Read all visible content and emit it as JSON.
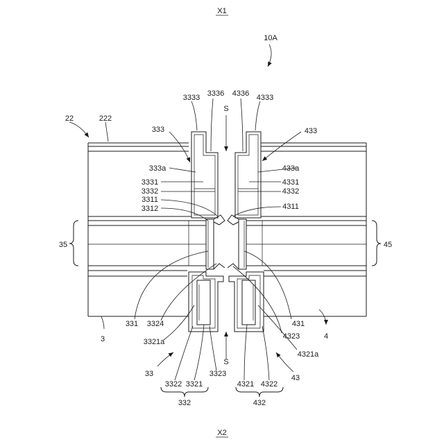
{
  "figure": {
    "top_direction": "X1",
    "bottom_direction": "X2",
    "assembly_ref": "10A"
  },
  "labels": {
    "l22": "22",
    "l222": "222",
    "l3333": "3333",
    "l3336": "3336",
    "lS_top": "S",
    "l4336": "4336",
    "l4333": "4333",
    "l333": "333",
    "l433": "433",
    "l333a": "333a",
    "l433a": "433a",
    "l3331": "3331",
    "l4331": "4331",
    "l3332": "3332",
    "l4332": "4332",
    "l3311": "3311",
    "l4311": "4311",
    "l3312": "3312",
    "l35": "35",
    "l45": "45",
    "l331": "331",
    "l3324": "3324",
    "l3": "3",
    "l3321a": "3321a",
    "l431": "431",
    "l4": "4",
    "l4323": "4323",
    "l4321a": "4321a",
    "lS_bottom": "S",
    "l3323": "3323",
    "l33": "33",
    "l43": "43",
    "l3322": "3322",
    "l3321": "3321",
    "l4321": "4321",
    "l4322": "4322",
    "l332": "332",
    "l432": "432"
  }
}
